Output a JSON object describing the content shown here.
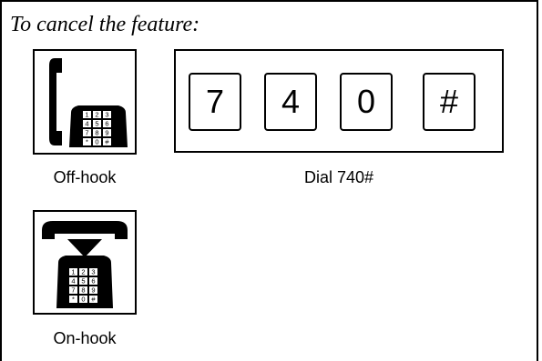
{
  "heading": "To cancel the feature:",
  "steps": {
    "offhook": {
      "icon": "phone-off-hook-icon",
      "caption": "Off-hook",
      "keypad": [
        "1",
        "2",
        "3",
        "4",
        "5",
        "6",
        "7",
        "8",
        "9",
        "*",
        "0",
        "#"
      ]
    },
    "dial": {
      "caption": "Dial 740#",
      "keys": [
        "7",
        "4",
        "0",
        "#"
      ]
    },
    "onhook": {
      "icon": "phone-on-hook-icon",
      "caption": "On-hook",
      "keypad": [
        "1",
        "2",
        "3",
        "4",
        "5",
        "6",
        "7",
        "8",
        "9",
        "*",
        "0",
        "#"
      ]
    }
  }
}
